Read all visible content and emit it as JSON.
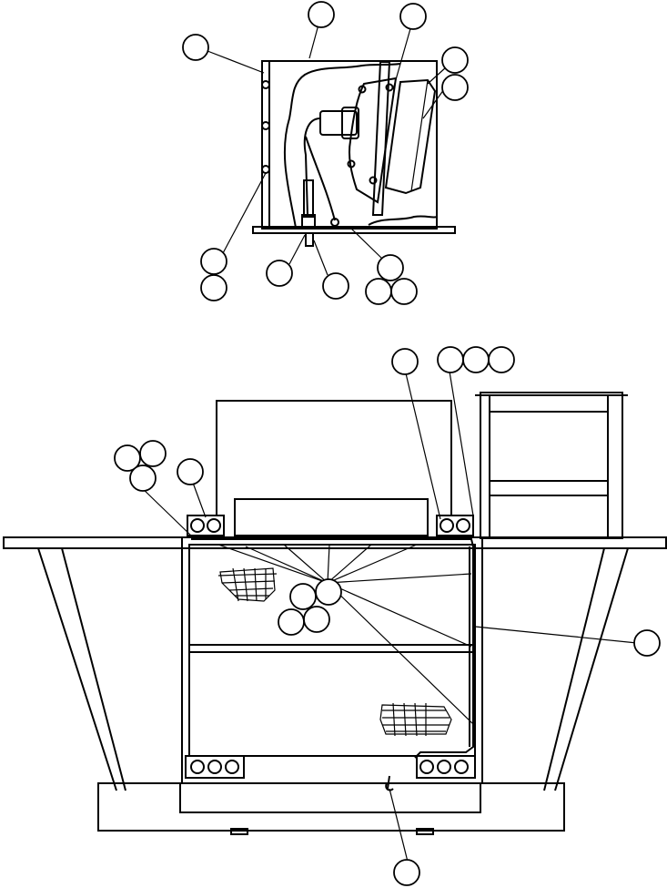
{
  "diagram": {
    "callouts": [
      {
        "id": "c1",
        "label": ""
      },
      {
        "id": "c2",
        "label": ""
      },
      {
        "id": "c3",
        "label": ""
      },
      {
        "id": "c4",
        "label": ""
      },
      {
        "id": "c5",
        "label": ""
      },
      {
        "id": "c6",
        "label": ""
      },
      {
        "id": "c7",
        "label": ""
      },
      {
        "id": "c8",
        "label": ""
      },
      {
        "id": "c9",
        "label": ""
      },
      {
        "id": "c10",
        "label": ""
      },
      {
        "id": "c11",
        "label": ""
      },
      {
        "id": "c12",
        "label": ""
      },
      {
        "id": "c13",
        "label": ""
      },
      {
        "id": "c14",
        "label": ""
      },
      {
        "id": "c15",
        "label": ""
      },
      {
        "id": "c16",
        "label": ""
      },
      {
        "id": "c17",
        "label": ""
      },
      {
        "id": "c18",
        "label": ""
      },
      {
        "id": "c19",
        "label": ""
      },
      {
        "id": "c20",
        "label": ""
      },
      {
        "id": "c21",
        "label": ""
      },
      {
        "id": "c22",
        "label": ""
      },
      {
        "id": "c23",
        "label": ""
      },
      {
        "id": "c24",
        "label": ""
      },
      {
        "id": "c25",
        "label": ""
      },
      {
        "id": "c26",
        "label": ""
      },
      {
        "id": "c27",
        "label": ""
      },
      {
        "id": "c28",
        "label": ""
      }
    ]
  }
}
